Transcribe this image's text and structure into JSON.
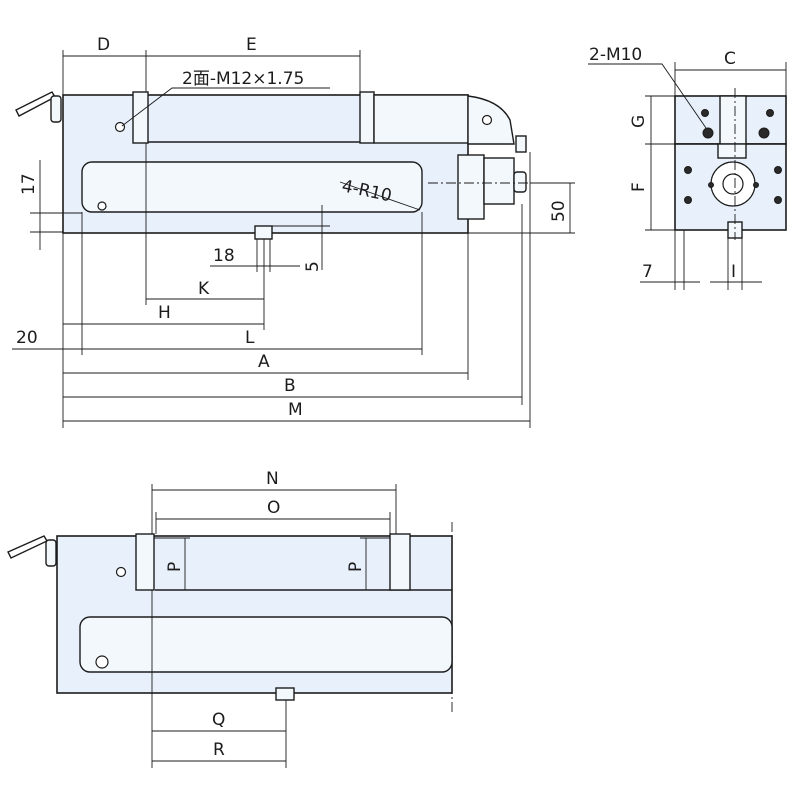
{
  "labels": {
    "D": "D",
    "E": "E",
    "thread": "2面-M12×1.75",
    "r10": "4-R10",
    "d17": "17",
    "d50": "50",
    "d18": "18",
    "d5": "5",
    "d20": "20",
    "K": "K",
    "H": "H",
    "L": "L",
    "A": "A",
    "B": "B",
    "M": "M",
    "m10": "2-M10",
    "C": "C",
    "G": "G",
    "F": "F",
    "d7": "7",
    "I": "I",
    "N": "N",
    "O": "O",
    "P1": "P",
    "P2": "P",
    "Q": "Q",
    "R": "R"
  }
}
